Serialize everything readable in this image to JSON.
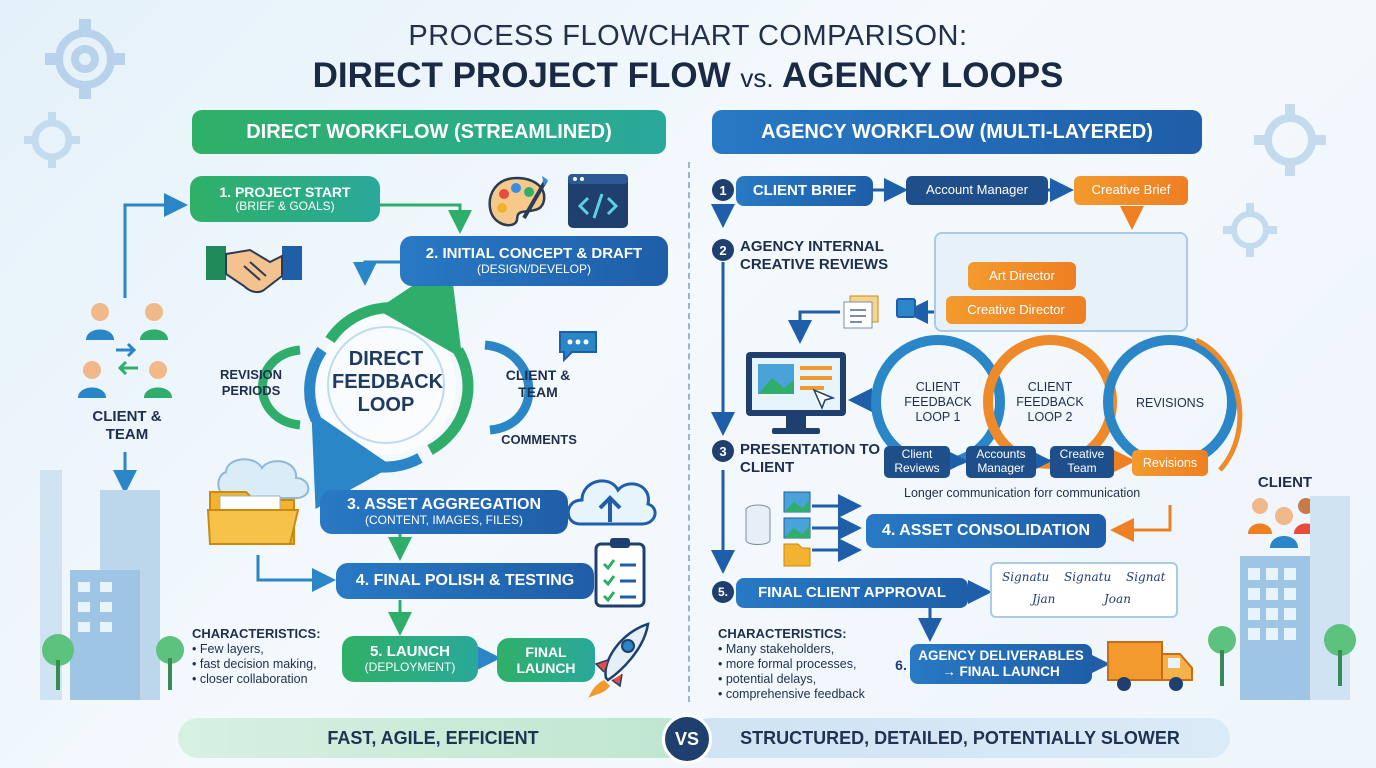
{
  "title": {
    "line1": "PROCESS FLOWCHART COMPARISON:",
    "line2_a": "DIRECT PROJECT FLOW",
    "vs": "vs.",
    "line2_b": "AGENCY LOOPS"
  },
  "direct": {
    "header": "DIRECT WORKFLOW (STREAMLINED)",
    "step1": {
      "title": "1. PROJECT START",
      "sub": "(BRIEF & GOALS)"
    },
    "step2": {
      "title": "2. INITIAL CONCEPT & DRAFT",
      "sub": "(DESIGN/DEVELOP)"
    },
    "loop_label": "DIRECT FEEDBACK LOOP",
    "revision": "REVISION PERIODS",
    "client_team_right": "CLIENT & TEAM",
    "comments": "COMMENTS",
    "client_team_left": "CLIENT & TEAM",
    "step3": {
      "title": "3. ASSET AGGREGATION",
      "sub": "(CONTENT, IMAGES, FILES)"
    },
    "step4": {
      "title": "4. FINAL POLISH & TESTING"
    },
    "step5": {
      "title": "5. LAUNCH",
      "sub": "(DEPLOYMENT)"
    },
    "final_launch": "FINAL LAUNCH",
    "characteristics": {
      "heading": "CHARACTERISTICS:",
      "items": [
        "Few layers,",
        "fast decision making,",
        "closer collaboration"
      ]
    }
  },
  "agency": {
    "header": "AGENCY WORKFLOW (MULTI-LAYERED)",
    "step1": {
      "num": "1",
      "title": "CLIENT BRIEF"
    },
    "account_manager": "Account Manager",
    "creative_brief": "Creative Brief",
    "step2": {
      "num": "2",
      "title": "AGENCY INTERNAL CREATIVE REVIEWS"
    },
    "art_director": "Art Director",
    "creative_director": "Creative Director",
    "loop1": "CLIENT FEEDBACK LOOP 1",
    "loop2": "CLIENT FEEDBACK LOOP 2",
    "revisions_loop": "REVISIONS",
    "step3": {
      "num": "3",
      "title": "PRESENTATION TO CLIENT"
    },
    "client_reviews": "Client Reviews",
    "accounts_manager": "Accounts Manager",
    "creative_team": "Creative Team",
    "revisions_box": "Revisions",
    "longer_comm": "Longer communication forr communication",
    "step4": {
      "title": "4. ASSET CONSOLIDATION"
    },
    "step5": {
      "num": "5.",
      "title": "FINAL CLIENT APPROVAL"
    },
    "signatures": [
      "Signatu",
      "Signatu",
      "Signat",
      "Jjan",
      "Joan"
    ],
    "step6": {
      "num": "6.",
      "title": "AGENCY DELIVERABLES",
      "sub": "→ FINAL LAUNCH"
    },
    "client_label": "CLIENT",
    "characteristics": {
      "heading": "CHARACTERISTICS:",
      "items": [
        "Many stakeholders,",
        "more formal processes,",
        "potential delays,",
        "comprehensive feedback"
      ]
    }
  },
  "footer": {
    "left": "FAST, AGILE, EFFICIENT",
    "vs": "VS",
    "right": "STRUCTURED, DETAILED, POTENTIALLY SLOWER"
  }
}
